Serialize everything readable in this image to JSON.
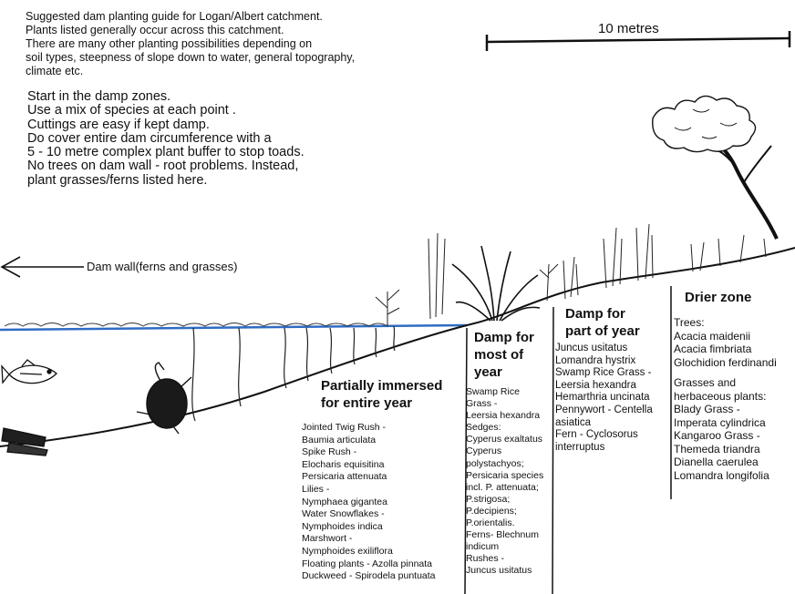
{
  "intro": {
    "lines": [
      "Suggested dam planting guide for Logan/Albert catchment.",
      "Plants listed generally occur across this catchment.",
      "There are many other planting possibilities depending on",
      "soil types, steepness of slope down to water, general topography,",
      "climate etc."
    ]
  },
  "tips": {
    "lines": [
      "Start in the damp zones.",
      "Use a mix of species at each point .",
      "Cuttings are easy if kept damp.",
      "Do cover entire dam circumference with a",
      "5 - 10 metre complex plant buffer to stop toads.",
      "No trees on dam wall - root problems. Instead,",
      "plant grasses/ferns listed here."
    ]
  },
  "scale": {
    "label": "10 metres"
  },
  "dam_wall": {
    "label": "Dam wall(ferns and grasses)"
  },
  "zones": [
    {
      "title_lines": [
        "Partially immersed",
        "for entire year"
      ],
      "items": [
        "Jointed Twig Rush -",
        "Baumia articulata",
        "Spike Rush -",
        "Elocharis equisitina",
        "Persicaria attenuata",
        "Lilies -",
        "Nymphaea gigantea",
        "Water Snowflakes -",
        "Nymphoides indica",
        "Marshwort -",
        "Nymphoides exiliflora",
        "Floating plants - Azolla pinnata",
        "Duckweed - Spirodela puntuata"
      ]
    },
    {
      "title_lines": [
        "Damp for",
        "most of",
        "year"
      ],
      "items": [
        "Swamp Rice",
        "Grass -",
        "Leersia hexandra",
        "Sedges:",
        "Cyperus exaltatus",
        "Cyperus",
        "polystachyos;",
        "Persicaria species",
        "incl. P. attenuata;",
        "P.strigosa;",
        "P.decipiens;",
        "P.orientalis.",
        "Ferns- Blechnum",
        "indicum",
        "Rushes -",
        "Juncus usitatus"
      ]
    },
    {
      "title_lines": [
        "Damp for",
        "part of year"
      ],
      "items": [
        "Juncus usitatus",
        "Lomandra hystrix",
        "Swamp Rice Grass -",
        "Leersia hexandra",
        "Hemarthria uncinata",
        "Pennywort - Centella",
        "asiatica",
        "Fern - Cyclosorus",
        "interruptus"
      ]
    },
    {
      "title_lines": [
        "Drier zone"
      ],
      "items": [
        "Trees:",
        "Acacia maidenii",
        "Acacia fimbriata",
        "Glochidion ferdinandi",
        "",
        "Grasses and",
        "herbaceous plants:",
        "Blady Grass -",
        "Imperata cylindrica",
        "Kangaroo Grass -",
        "Themeda triandra",
        "Dianella caerulea",
        "Lomandra longifolia"
      ]
    }
  ],
  "colors": {
    "ink": "#111111",
    "water_line": "#2f6cc4",
    "background": "#ffffff"
  }
}
